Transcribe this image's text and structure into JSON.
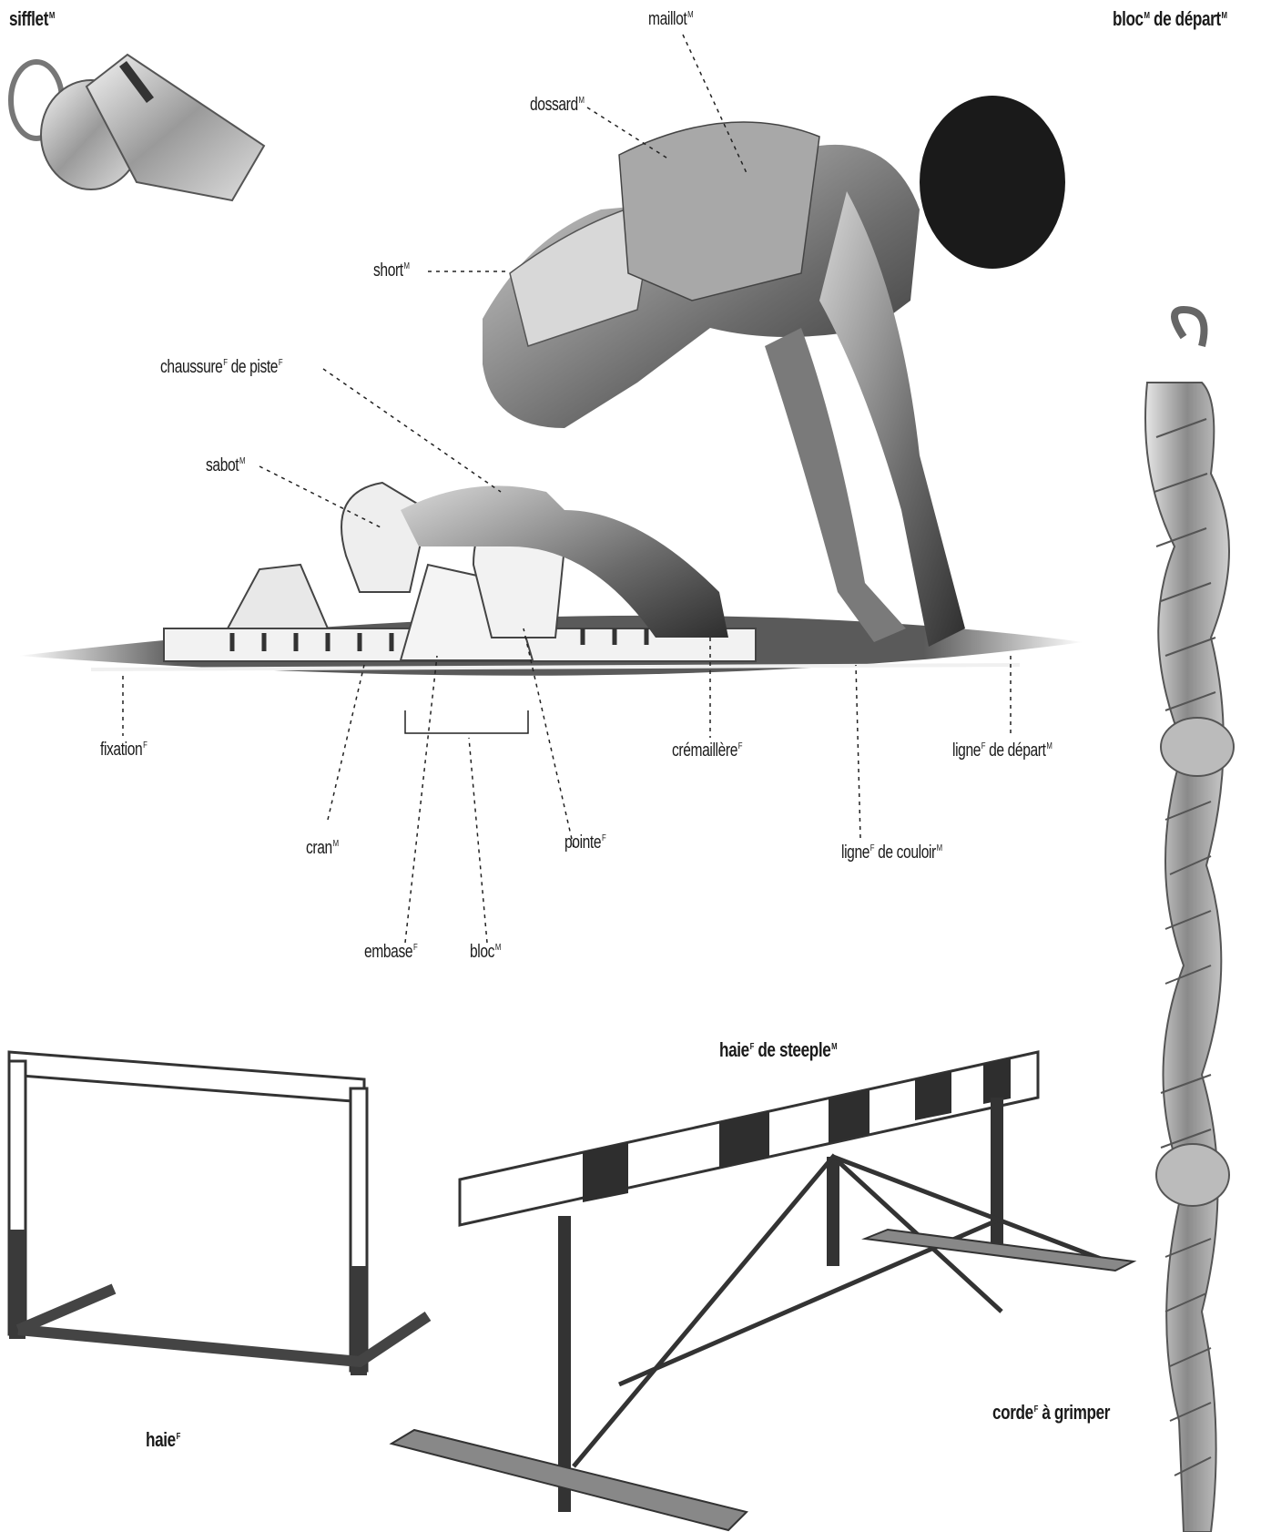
{
  "labels": {
    "sifflet": {
      "word": "sifflet",
      "g": "M"
    },
    "maillot": {
      "word": "maillot",
      "g": "M"
    },
    "bloc_depart": {
      "word": "bloc",
      "g": "M",
      "rest": " de départ",
      "g2": "M"
    },
    "dossard": {
      "word": "dossard",
      "g": "M"
    },
    "short": {
      "word": "short",
      "g": "M"
    },
    "chaussure": {
      "word": "chaussure",
      "g": "F",
      "rest": " de piste",
      "g2": "F"
    },
    "sabot": {
      "word": "sabot",
      "g": "M"
    },
    "fixation": {
      "word": "fixation",
      "g": "F"
    },
    "cremaillere": {
      "word": "crémaillère",
      "g": "F"
    },
    "ligne_depart": {
      "word": "ligne",
      "g": "F",
      "rest": " de départ",
      "g2": "M"
    },
    "cran": {
      "word": "cran",
      "g": "M"
    },
    "pointe": {
      "word": "pointe",
      "g": "F"
    },
    "ligne_couloir": {
      "word": "ligne",
      "g": "F",
      "rest": " de couloir",
      "g2": "M"
    },
    "embase": {
      "word": "embase",
      "g": "F"
    },
    "bloc": {
      "word": "bloc",
      "g": "M"
    },
    "haie_steeple": {
      "word": "haie",
      "g": "F",
      "rest": " de steeple",
      "g2": "M"
    },
    "corde": {
      "word": "corde",
      "g": "F",
      "rest": " à grimper"
    },
    "haie": {
      "word": "haie",
      "g": "F"
    }
  }
}
